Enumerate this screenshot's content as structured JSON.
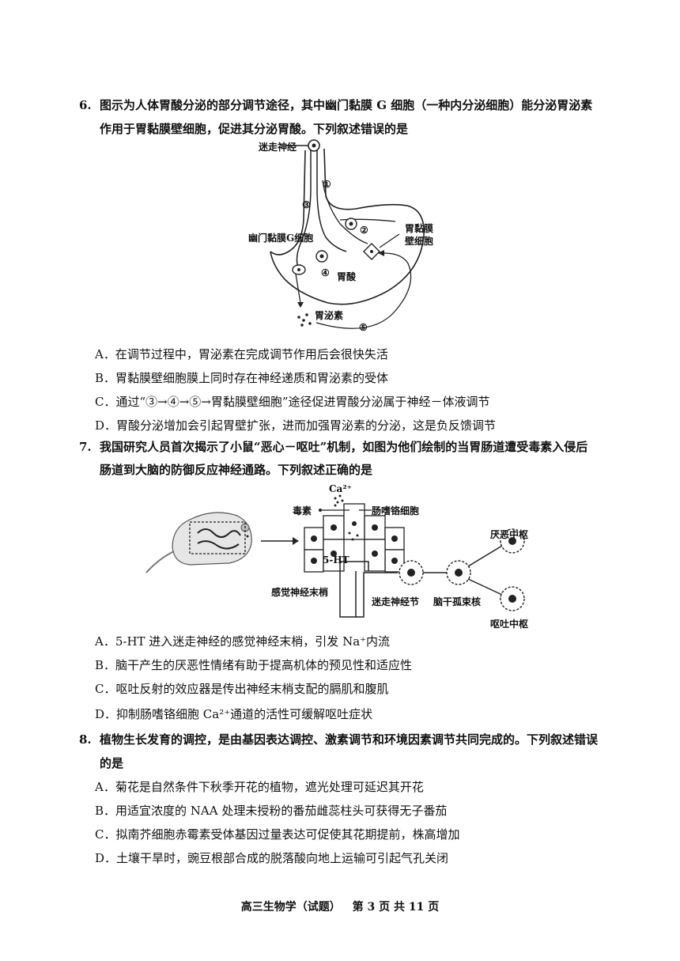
{
  "questions": [
    {
      "number": "6.",
      "stem_line1": "图示为人体胃酸分泌的部分调节途径，其中幽门黏膜 G 细胞（一种内分泌细胞）能分泌胃泌素",
      "stem_line2": "作用于胃黏膜壁细胞，促进其分泌胃酸。下列叙述错误的是",
      "figure_labels": {
        "vagus": "迷走神经",
        "g_cell": "幽门黏膜G细胞",
        "parietal_l1": "胃黏膜",
        "parietal_l2": "壁细胞",
        "acid": "胃酸",
        "gastrin": "胃泌素",
        "n1": "①",
        "n2": "②",
        "n3": "③",
        "n4": "④",
        "n5": "⑤"
      },
      "options": [
        "A．在调节过程中，胃泌素在完成调节作用后会很快失活",
        "B．胃黏膜壁细胞膜上同时存在神经递质和胃泌素的受体",
        "C．通过“③→④→⑤→胃黏膜壁细胞”途径促进胃酸分泌属于神经－体液调节",
        "D．胃酸分泌增加会引起胃壁扩张，进而加强胃泌素的分泌，这是负反馈调节"
      ]
    },
    {
      "number": "7.",
      "stem_line1": "我国研究人员首次揭示了小鼠“恶心－呕吐”机制，如图为他们绘制的当胃肠道遭受毒素入侵后",
      "stem_line2": "肠道到大脑的防御反应神经通路。下列叙述正确的是",
      "figure_labels": {
        "ca": "Ca²⁺",
        "toxin": "毒素",
        "ec_cell": "肠嗜铬细胞",
        "ht": "5-HT",
        "sensory": "感觉神经末梢",
        "vagal_ganglion": "迷走神经节",
        "brainstem": "脑干孤束核",
        "disgust": "厌恶中枢",
        "vomit": "呕吐中枢"
      },
      "options": [
        "A．5-HT 进入迷走神经的感觉神经末梢，引发 Na⁺内流",
        "B．脑干产生的厌恶性情绪有助于提高机体的预见性和适应性",
        "C．呕吐反射的效应器是传出神经末梢支配的膈肌和腹肌",
        "D．抑制肠嗜铬细胞 Ca²⁺通道的活性可缓解呕吐症状"
      ]
    },
    {
      "number": "8.",
      "stem_line1": "植物生长发育的调控，是由基因表达调控、激素调节和环境因素调节共同完成的。下列叙述错误",
      "stem_line2": "的是",
      "options": [
        "A．菊花是自然条件下秋季开花的植物，遮光处理可延迟其开花",
        "B．用适宜浓度的 NAA 处理未授粉的番茄雌蕊柱头可获得无子番茄",
        "C．拟南芥细胞赤霉素受体基因过量表达可促使其花期提前，株高增加",
        "D．土壤干旱时，豌豆根部合成的脱落酸向地上运输可引起气孔关闭"
      ]
    }
  ],
  "footer": {
    "subject": "高三生物学（试题）",
    "page": "第 3 页 共 11 页"
  }
}
